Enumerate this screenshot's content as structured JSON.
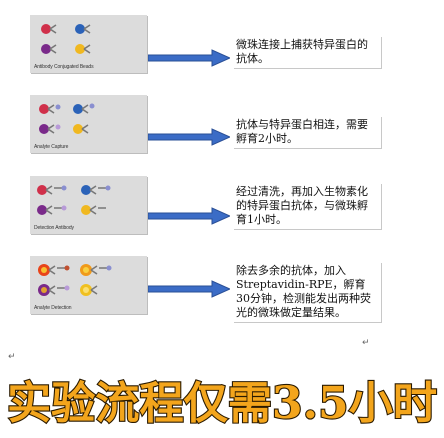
{
  "steps": [
    {
      "label": "Antibody Conjugated Beads",
      "description": "微珠连接上捕获特异蛋白的抗体。",
      "bead_colors": [
        "#d0304a",
        "#2b62b8",
        "#7a2a8a",
        "#f0b820"
      ]
    },
    {
      "label": "Analyte Capture",
      "description": "抗体与特异蛋白相连，需要孵育2小时。",
      "bead_colors": [
        "#d0304a",
        "#2b62b8",
        "#7a2a8a",
        "#f0b820"
      ]
    },
    {
      "label": "Detection Antibody",
      "description": "经过清洗，再加入生物素化的特异蛋白抗体，与微珠孵育1小时。",
      "bead_colors": [
        "#d0304a",
        "#2b62b8",
        "#7a2a8a",
        "#f0b820"
      ]
    },
    {
      "label": "Analyte Detection",
      "description": "除去多余的抗体，加入Streptavidin-RPE，孵育30分钟，检测能发出两种荧光的微珠做定量结果。",
      "bead_colors": [
        "#e8441a",
        "#f09a1a",
        "#7a2a8a",
        "#f0c020"
      ]
    }
  ],
  "arrow_icon": "right-arrow",
  "arrow_color": "#3b6cc6",
  "return_mark": "↵",
  "title": "实验流程仅需3.5小时",
  "title_colors": {
    "fill": "#f3a51c",
    "stroke": "#2a1a00"
  }
}
